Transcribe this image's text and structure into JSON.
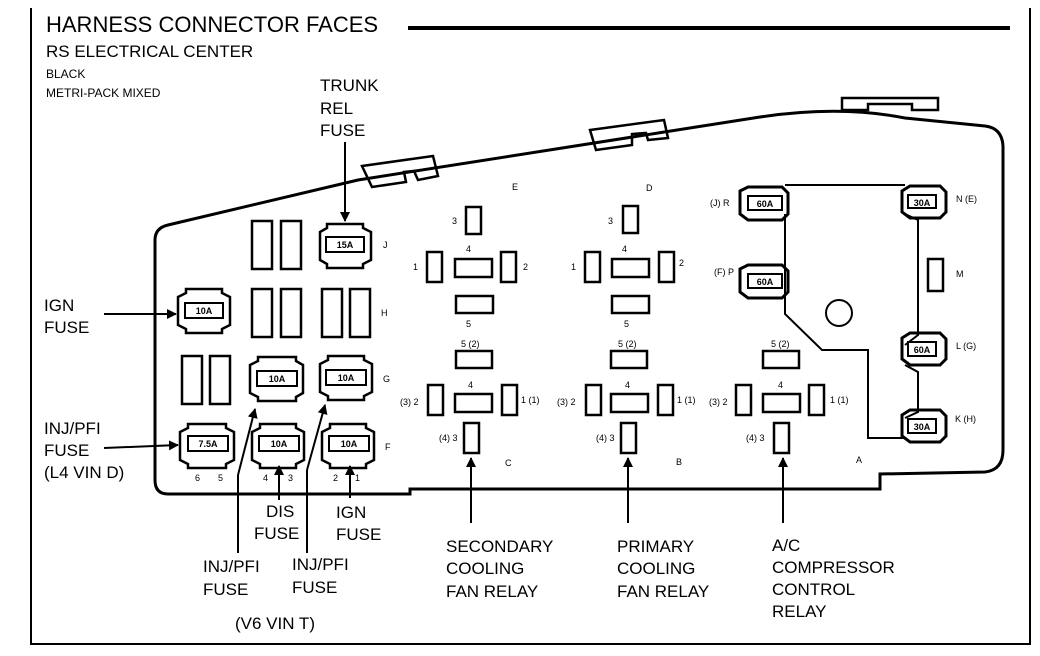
{
  "header": {
    "title": "HARNESS CONNECTOR FACES",
    "subtitle": "RS ELECTRICAL CENTER",
    "color": "BLACK",
    "connector_series": "METRI-PACK MIXED"
  },
  "callouts": {
    "trunk_rel_fuse": [
      "TRUNK",
      "REL",
      "FUSE"
    ],
    "ign_fuse_left": [
      "IGN",
      "FUSE"
    ],
    "inj_pfi_fuse_l4": [
      "INJ/PFI",
      "FUSE",
      "(L4 VIN D)"
    ],
    "dis_fuse": [
      "DIS",
      "FUSE"
    ],
    "ign_fuse_bottom": [
      "IGN",
      "FUSE"
    ],
    "inj_pfi_fuse_1": [
      "INJ/PFI",
      "FUSE"
    ],
    "inj_pfi_fuse_2": [
      "INJ/PFI",
      "FUSE"
    ],
    "v6_vin_t": "(V6 VIN T)",
    "secondary_fan_relay": [
      "SECONDARY",
      "COOLING",
      "FAN RELAY"
    ],
    "primary_fan_relay": [
      "PRIMARY",
      "COOLING",
      "FAN RELAY"
    ],
    "ac_relay": [
      "A/C",
      "COMPRESSOR",
      "CONTROL",
      "RELAY"
    ]
  },
  "fuses": {
    "j": "15A",
    "ign": "10A",
    "g1": "10A",
    "g2": "10A",
    "f1": "7.5A",
    "f2": "10A",
    "f3": "10A"
  },
  "row_letters": {
    "j": "J",
    "h": "H",
    "g": "G",
    "f": "F"
  },
  "pin_labels": {
    "p6": "6",
    "p5": "5",
    "p4": "4",
    "p3": "3",
    "p2": "2",
    "p1": "1"
  },
  "relay_letters": {
    "e": "E",
    "d": "D",
    "c": "C",
    "b": "B",
    "a": "A"
  },
  "relay_pins_top": {
    "p1": "1",
    "p2": "2",
    "p3": "3",
    "p4": "4",
    "p5": "5"
  },
  "relay_pins_bottom": {
    "p5": "5 (2)",
    "p4": "4",
    "p2": "(3) 2",
    "p1": "1 (1)",
    "p3": "(4) 3"
  },
  "maxi_fuses": {
    "jr": {
      "letter": "(J) R",
      "value": "60A"
    },
    "fp": {
      "letter": "(F) P",
      "value": "60A"
    },
    "ne": {
      "letter": "N (E)",
      "value": "30A"
    },
    "m": {
      "letter": "M"
    },
    "lg": {
      "letter": "L (G)",
      "value": "60A"
    },
    "kh": {
      "letter": "K (H)",
      "value": "30A"
    }
  }
}
